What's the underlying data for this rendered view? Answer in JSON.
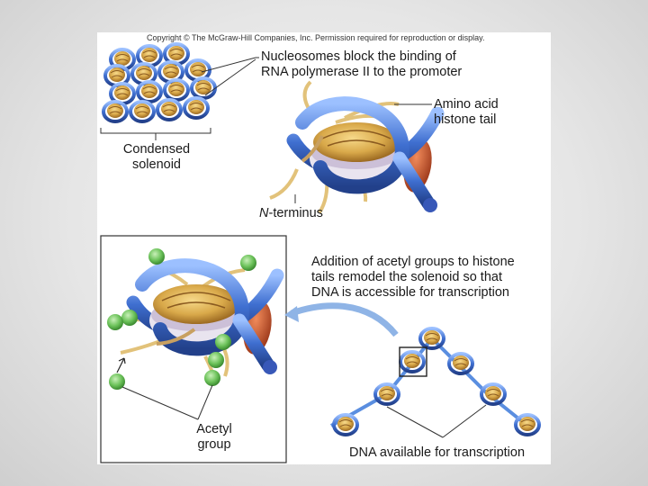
{
  "copyright": "Copyright © The McGraw-Hill Companies, Inc. Permission required for reproduction or display.",
  "labels": {
    "nucleosomes_line1": "Nucleosomes block the binding of",
    "nucleosomes_line2": "RNA polymerase II to the promoter",
    "amino_line1": "Amino acid",
    "amino_line2": "histone tail",
    "condensed_line1": "Condensed",
    "condensed_line2": "solenoid",
    "n_italic": "N",
    "n_rest": "-terminus",
    "addition_line1": "Addition of acetyl groups to histone",
    "addition_line2": "tails remodel the solenoid so that",
    "addition_line3": "DNA is accessible for transcription",
    "acetyl_line1": "Acetyl",
    "acetyl_line2": "group",
    "dna_available": "DNA available for transcription"
  },
  "colors": {
    "dna_blue": "#3f6fd0",
    "histone_core": "#d9a94a",
    "histone_red": "#c8552a",
    "histone_tail": "#e2c27a",
    "acetyl_green": "#6cc25a",
    "label_line": "#333333"
  }
}
